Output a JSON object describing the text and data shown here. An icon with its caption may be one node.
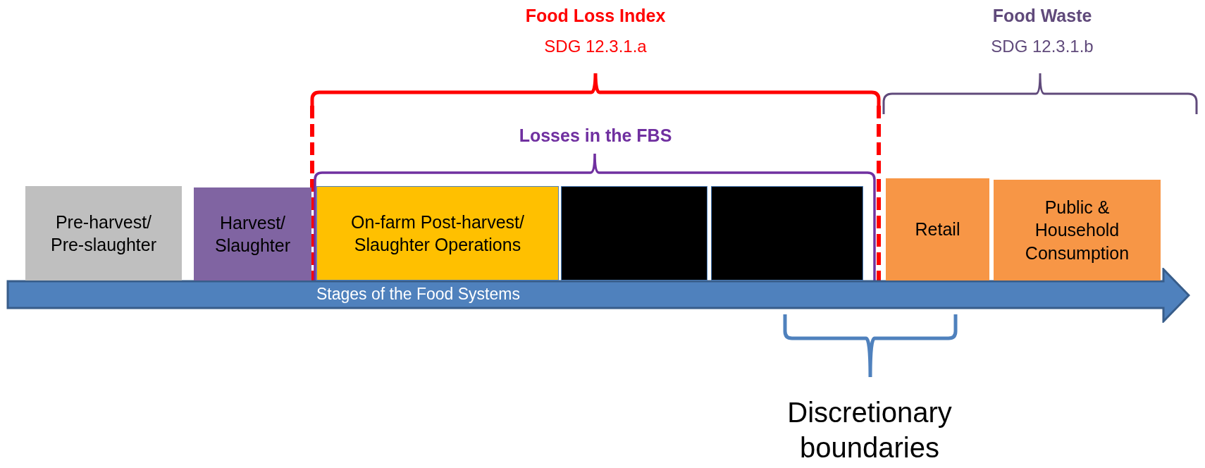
{
  "diagram": {
    "nodes": [
      {
        "text": [
          "Pre-harvest/ Pre-slaughter"
        ]
      },
      {
        "text": [
          "Harvest/ Slaughter"
        ]
      },
      {
        "text": [
          "On-farm Post-harvest/ Slaughter Operations"
        ]
      },
      {
        "text": [],
        "shape": "box"
      },
      {
        "text": [],
        "shape": "box"
      },
      {
        "text": [
          "Retail"
        ]
      },
      {
        "text": [
          "Public & Household Consumption"
        ]
      },
      {
        "text": [
          "Stages of the Food Systems"
        ]
      }
    ],
    "labels": [
      "Food Loss Index",
      "SDG 12.3.1.a",
      "Food Waste",
      "SDG 12.3.1.b",
      "Losses in the FBS",
      "Discretionary boundaries"
    ]
  }
}
